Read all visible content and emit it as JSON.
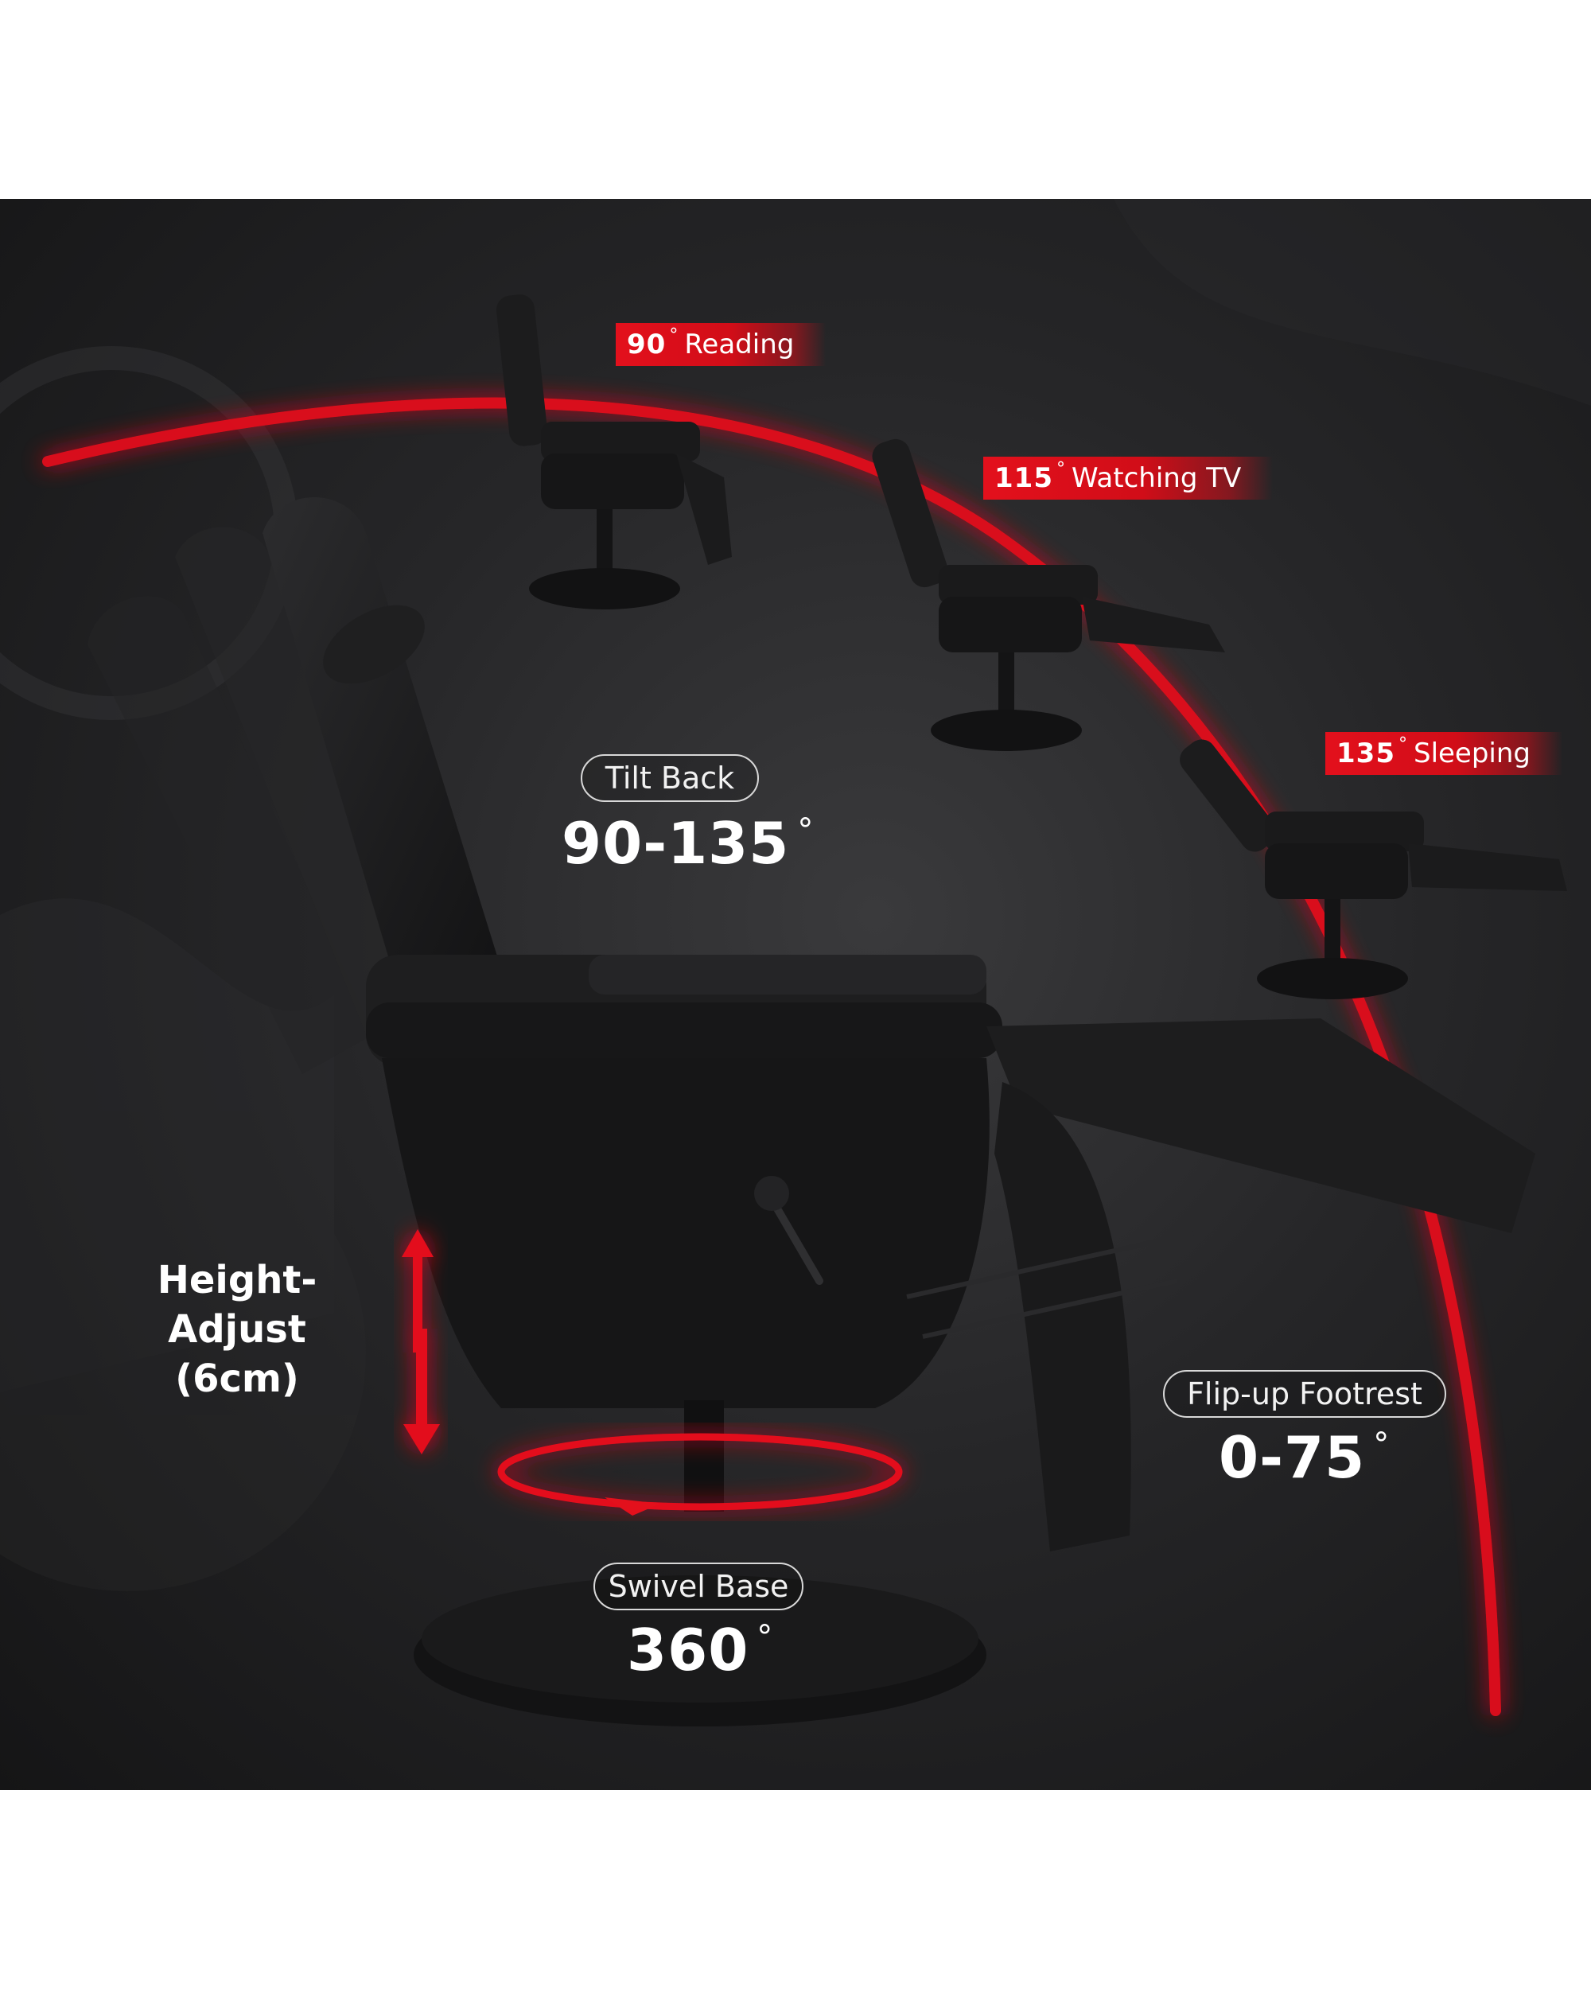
{
  "recline_positions": [
    {
      "angle": "90",
      "label": "Reading"
    },
    {
      "angle": "115",
      "label": "Watching TV"
    },
    {
      "angle": "135",
      "label": "Sleeping"
    }
  ],
  "degree_symbol": "°",
  "features": {
    "tilt_back": {
      "label": "Tilt Back",
      "value": "90-135"
    },
    "flip_up_footrest": {
      "label": "Flip-up Footrest",
      "value": "0-75"
    },
    "swivel_base": {
      "label": "Swivel Base",
      "value": "360"
    },
    "height_adjust": {
      "label": "Height-Adjust",
      "detail": "(6cm)"
    }
  },
  "colors": {
    "accent_red": "#e3101c",
    "background": "#222224",
    "chair": "#1a1a1b",
    "text": "#ffffff"
  }
}
